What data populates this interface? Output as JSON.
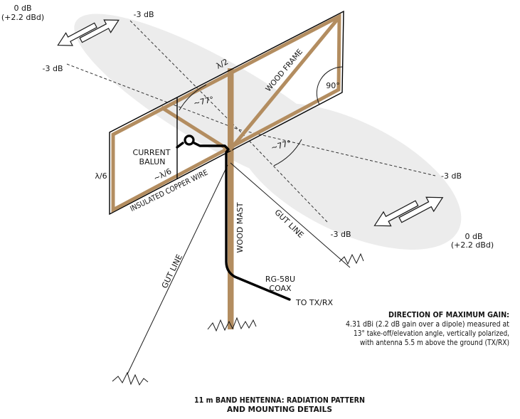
{
  "colors": {
    "wood": "#b38d60",
    "lobe": "#ececec",
    "wire": "#000000"
  },
  "pattern": {
    "gain_top_db": "0 dB",
    "gain_top_dbd": "(+2.2 dBd)",
    "gain_bottom_db": "0 dB",
    "gain_bottom_dbd": "(+2.2 dBd)",
    "minus3db": "-3 dB",
    "beamwidth": "~77°"
  },
  "antenna": {
    "half_wave": "λ/2",
    "wood_frame": "WOOD FRAME",
    "right_angle": "90°",
    "balun_line1": "CURRENT",
    "balun_line2": "BALUN",
    "side": "λ/6",
    "feed": "~λ/6",
    "wire_label": "INSULATED COPPER WIRE",
    "mast": "WOOD MAST",
    "gut": "GUT LINE",
    "coax1": "RG-58U",
    "coax2": "COAX",
    "txrx": "TO TX/RX"
  },
  "note": {
    "heading": "DIRECTION OF MAXIMUM GAIN:",
    "line1": "4.31 dBi (2.2 dB gain over a dipole) measured at",
    "line2": "13° take-off/elevation angle, vertically polarized,",
    "line3": "with antenna 5.5 m above the ground (TX/RX)"
  },
  "caption": {
    "line1": "11 m BAND HENTENNA: RADIATION PATTERN",
    "line2": "AND MOUNTING DETAILS"
  }
}
